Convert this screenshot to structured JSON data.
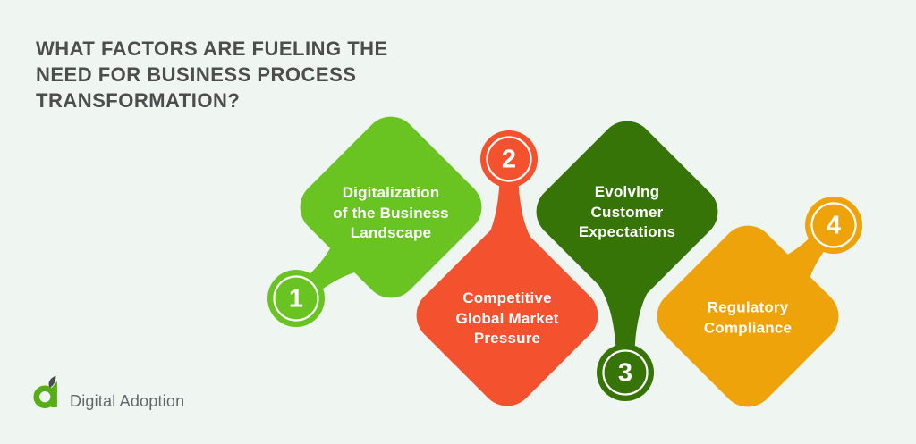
{
  "page": {
    "background": "#eff6f1"
  },
  "title": {
    "text": "WHAT FACTORS ARE FUELING THE\nNEED FOR BUSINESS PROCESS\nTRANSFORMATION?",
    "color": "#4d4d4d"
  },
  "factors": [
    {
      "number": "1",
      "label": "Digitalization\nof the Business\nLandscape",
      "color": "#69c421"
    },
    {
      "number": "2",
      "label": "Competitive\nGlobal Market\nPressure",
      "color": "#f4512f"
    },
    {
      "number": "3",
      "label": "Evolving\nCustomer\nExpectations",
      "color": "#377408"
    },
    {
      "number": "4",
      "label": "Regulatory\nCompliance",
      "color": "#efa30a"
    }
  ],
  "logo": {
    "text": "Digital Adoption",
    "icon": "digital-adoption-leaf-logo",
    "icon_green": "#56ad15",
    "icon_dark": "#484c50",
    "text_color": "#64676b"
  }
}
